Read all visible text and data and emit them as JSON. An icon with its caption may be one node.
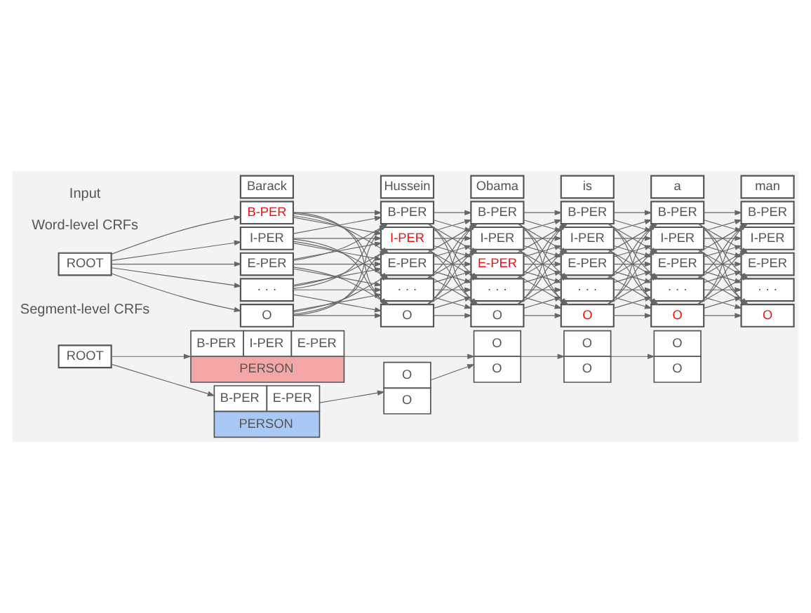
{
  "diagram": {
    "nodes": [
      {
        "text": [
          "Barack"
        ]
      },
      {
        "text": [
          "Hussein"
        ]
      },
      {
        "text": [
          "Obama"
        ]
      },
      {
        "text": [
          "is"
        ]
      },
      {
        "text": [
          "a"
        ]
      },
      {
        "text": [
          "man"
        ]
      },
      {
        "text": [
          "ROOT"
        ]
      },
      {
        "text": [
          "B-PER"
        ]
      },
      {
        "text": [
          "I-PER"
        ]
      },
      {
        "text": [
          "E-PER"
        ]
      },
      {
        "text": [
          "· · ·"
        ]
      },
      {
        "text": [
          "O"
        ]
      },
      {
        "text": [
          "B-PER"
        ]
      },
      {
        "text": [
          "I-PER"
        ]
      },
      {
        "text": [
          "E-PER"
        ]
      },
      {
        "text": [
          "· · ·"
        ]
      },
      {
        "text": [
          "O"
        ]
      },
      {
        "text": [
          "B-PER"
        ]
      },
      {
        "text": [
          "I-PER"
        ]
      },
      {
        "text": [
          "E-PER"
        ]
      },
      {
        "text": [
          "· · ·"
        ]
      },
      {
        "text": [
          "O"
        ]
      },
      {
        "text": [
          "B-PER"
        ]
      },
      {
        "text": [
          "I-PER"
        ]
      },
      {
        "text": [
          "E-PER"
        ]
      },
      {
        "text": [
          "· · ·"
        ]
      },
      {
        "text": [
          "O"
        ]
      },
      {
        "text": [
          "B-PER"
        ]
      },
      {
        "text": [
          "I-PER"
        ]
      },
      {
        "text": [
          "E-PER"
        ]
      },
      {
        "text": [
          "· · ·"
        ]
      },
      {
        "text": [
          "O"
        ]
      },
      {
        "text": [
          "B-PER"
        ]
      },
      {
        "text": [
          "I-PER"
        ]
      },
      {
        "text": [
          "E-PER"
        ]
      },
      {
        "text": [
          "· · ·"
        ]
      },
      {
        "text": [
          "O"
        ]
      },
      {
        "text": [
          "ROOT"
        ]
      },
      {
        "text": [
          "B-PER",
          "I-PER",
          "E-PER",
          "PERSON"
        ]
      },
      {
        "text": [
          "B-PER",
          "E-PER",
          "PERSON"
        ]
      },
      {
        "text": [
          "O",
          "O"
        ]
      },
      {
        "text": [
          "O",
          "O"
        ]
      },
      {
        "text": [
          "O",
          "O"
        ]
      },
      {
        "text": [
          "O",
          "O"
        ]
      }
    ],
    "edges": [
      {
        "from": 6,
        "to": 7,
        "arrow": "to"
      },
      {
        "from": 6,
        "to": 8,
        "arrow": "to"
      },
      {
        "from": 6,
        "to": 9,
        "arrow": "to"
      },
      {
        "from": 6,
        "to": 10,
        "arrow": "to"
      },
      {
        "from": 6,
        "to": 11,
        "arrow": "to"
      },
      {
        "from": 7,
        "to": 12,
        "arrow": "to"
      },
      {
        "from": 7,
        "to": 13,
        "arrow": "to"
      },
      {
        "from": 7,
        "to": 14,
        "arrow": "to"
      },
      {
        "from": 7,
        "to": 15,
        "arrow": "to"
      },
      {
        "from": 7,
        "to": 16,
        "arrow": "to"
      },
      {
        "from": 8,
        "to": 12,
        "arrow": "to"
      },
      {
        "from": 8,
        "to": 13,
        "arrow": "to"
      },
      {
        "from": 8,
        "to": 14,
        "arrow": "to"
      },
      {
        "from": 8,
        "to": 15,
        "arrow": "to"
      },
      {
        "from": 8,
        "to": 16,
        "arrow": "to"
      },
      {
        "from": 9,
        "to": 12,
        "arrow": "to"
      },
      {
        "from": 9,
        "to": 13,
        "arrow": "to"
      },
      {
        "from": 9,
        "to": 14,
        "arrow": "to"
      },
      {
        "from": 9,
        "to": 15,
        "arrow": "to"
      },
      {
        "from": 9,
        "to": 16,
        "arrow": "to"
      },
      {
        "from": 10,
        "to": 12,
        "arrow": "to"
      },
      {
        "from": 10,
        "to": 13,
        "arrow": "to"
      },
      {
        "from": 10,
        "to": 14,
        "arrow": "to"
      },
      {
        "from": 10,
        "to": 15,
        "arrow": "to"
      },
      {
        "from": 10,
        "to": 16,
        "arrow": "to"
      },
      {
        "from": 11,
        "to": 12,
        "arrow": "to"
      },
      {
        "from": 11,
        "to": 13,
        "arrow": "to"
      },
      {
        "from": 11,
        "to": 14,
        "arrow": "to"
      },
      {
        "from": 11,
        "to": 15,
        "arrow": "to"
      },
      {
        "from": 11,
        "to": 16,
        "arrow": "to"
      },
      {
        "from": 12,
        "to": 17,
        "arrow": "to"
      },
      {
        "from": 12,
        "to": 18,
        "arrow": "to"
      },
      {
        "from": 12,
        "to": 19,
        "arrow": "to"
      },
      {
        "from": 12,
        "to": 20,
        "arrow": "to"
      },
      {
        "from": 12,
        "to": 21,
        "arrow": "to"
      },
      {
        "from": 13,
        "to": 17,
        "arrow": "to"
      },
      {
        "from": 13,
        "to": 18,
        "arrow": "to"
      },
      {
        "from": 13,
        "to": 19,
        "arrow": "to"
      },
      {
        "from": 13,
        "to": 20,
        "arrow": "to"
      },
      {
        "from": 13,
        "to": 21,
        "arrow": "to"
      },
      {
        "from": 14,
        "to": 17,
        "arrow": "to"
      },
      {
        "from": 14,
        "to": 18,
        "arrow": "to"
      },
      {
        "from": 14,
        "to": 19,
        "arrow": "to"
      },
      {
        "from": 14,
        "to": 20,
        "arrow": "to"
      },
      {
        "from": 14,
        "to": 21,
        "arrow": "to"
      },
      {
        "from": 15,
        "to": 17,
        "arrow": "to"
      },
      {
        "from": 15,
        "to": 18,
        "arrow": "to"
      },
      {
        "from": 15,
        "to": 19,
        "arrow": "to"
      },
      {
        "from": 15,
        "to": 20,
        "arrow": "to"
      },
      {
        "from": 15,
        "to": 21,
        "arrow": "to"
      },
      {
        "from": 16,
        "to": 17,
        "arrow": "to"
      },
      {
        "from": 16,
        "to": 18,
        "arrow": "to"
      },
      {
        "from": 16,
        "to": 19,
        "arrow": "to"
      },
      {
        "from": 16,
        "to": 20,
        "arrow": "to"
      },
      {
        "from": 16,
        "to": 21,
        "arrow": "to"
      },
      {
        "from": 17,
        "to": 22,
        "arrow": "to"
      },
      {
        "from": 17,
        "to": 23,
        "arrow": "to"
      },
      {
        "from": 17,
        "to": 24,
        "arrow": "to"
      },
      {
        "from": 17,
        "to": 25,
        "arrow": "to"
      },
      {
        "from": 17,
        "to": 26,
        "arrow": "to"
      },
      {
        "from": 18,
        "to": 22,
        "arrow": "to"
      },
      {
        "from": 18,
        "to": 23,
        "arrow": "to"
      },
      {
        "from": 18,
        "to": 24,
        "arrow": "to"
      },
      {
        "from": 18,
        "to": 25,
        "arrow": "to"
      },
      {
        "from": 18,
        "to": 26,
        "arrow": "to"
      },
      {
        "from": 19,
        "to": 22,
        "arrow": "to"
      },
      {
        "from": 19,
        "to": 23,
        "arrow": "to"
      },
      {
        "from": 19,
        "to": 24,
        "arrow": "to"
      },
      {
        "from": 19,
        "to": 25,
        "arrow": "to"
      },
      {
        "from": 19,
        "to": 26,
        "arrow": "to"
      },
      {
        "from": 20,
        "to": 22,
        "arrow": "to"
      },
      {
        "from": 20,
        "to": 23,
        "arrow": "to"
      },
      {
        "from": 20,
        "to": 24,
        "arrow": "to"
      },
      {
        "from": 20,
        "to": 25,
        "arrow": "to"
      },
      {
        "from": 20,
        "to": 26,
        "arrow": "to"
      },
      {
        "from": 21,
        "to": 22,
        "arrow": "to"
      },
      {
        "from": 21,
        "to": 23,
        "arrow": "to"
      },
      {
        "from": 21,
        "to": 24,
        "arrow": "to"
      },
      {
        "from": 21,
        "to": 25,
        "arrow": "to"
      },
      {
        "from": 21,
        "to": 26,
        "arrow": "to"
      },
      {
        "from": 22,
        "to": 27,
        "arrow": "to"
      },
      {
        "from": 22,
        "to": 28,
        "arrow": "to"
      },
      {
        "from": 22,
        "to": 29,
        "arrow": "to"
      },
      {
        "from": 22,
        "to": 30,
        "arrow": "to"
      },
      {
        "from": 22,
        "to": 31,
        "arrow": "to"
      },
      {
        "from": 23,
        "to": 27,
        "arrow": "to"
      },
      {
        "from": 23,
        "to": 28,
        "arrow": "to"
      },
      {
        "from": 23,
        "to": 29,
        "arrow": "to"
      },
      {
        "from": 23,
        "to": 30,
        "arrow": "to"
      },
      {
        "from": 23,
        "to": 31,
        "arrow": "to"
      },
      {
        "from": 24,
        "to": 27,
        "arrow": "to"
      },
      {
        "from": 24,
        "to": 28,
        "arrow": "to"
      },
      {
        "from": 24,
        "to": 29,
        "arrow": "to"
      },
      {
        "from": 24,
        "to": 30,
        "arrow": "to"
      },
      {
        "from": 24,
        "to": 31,
        "arrow": "to"
      },
      {
        "from": 25,
        "to": 27,
        "arrow": "to"
      },
      {
        "from": 25,
        "to": 28,
        "arrow": "to"
      },
      {
        "from": 25,
        "to": 29,
        "arrow": "to"
      },
      {
        "from": 25,
        "to": 30,
        "arrow": "to"
      },
      {
        "from": 25,
        "to": 31,
        "arrow": "to"
      },
      {
        "from": 26,
        "to": 27,
        "arrow": "to"
      },
      {
        "from": 26,
        "to": 28,
        "arrow": "to"
      },
      {
        "from": 26,
        "to": 29,
        "arrow": "to"
      },
      {
        "from": 26,
        "to": 30,
        "arrow": "to"
      },
      {
        "from": 26,
        "to": 31,
        "arrow": "to"
      },
      {
        "from": 27,
        "to": 32,
        "arrow": "to"
      },
      {
        "from": 27,
        "to": 33,
        "arrow": "to"
      },
      {
        "from": 27,
        "to": 34,
        "arrow": "to"
      },
      {
        "from": 27,
        "to": 35,
        "arrow": "to"
      },
      {
        "from": 27,
        "to": 36,
        "arrow": "to"
      },
      {
        "from": 28,
        "to": 32,
        "arrow": "to"
      },
      {
        "from": 28,
        "to": 33,
        "arrow": "to"
      },
      {
        "from": 28,
        "to": 34,
        "arrow": "to"
      },
      {
        "from": 28,
        "to": 35,
        "arrow": "to"
      },
      {
        "from": 28,
        "to": 36,
        "arrow": "to"
      },
      {
        "from": 29,
        "to": 32,
        "arrow": "to"
      },
      {
        "from": 29,
        "to": 33,
        "arrow": "to"
      },
      {
        "from": 29,
        "to": 34,
        "arrow": "to"
      },
      {
        "from": 29,
        "to": 35,
        "arrow": "to"
      },
      {
        "from": 29,
        "to": 36,
        "arrow": "to"
      },
      {
        "from": 30,
        "to": 32,
        "arrow": "to"
      },
      {
        "from": 30,
        "to": 33,
        "arrow": "to"
      },
      {
        "from": 30,
        "to": 34,
        "arrow": "to"
      },
      {
        "from": 30,
        "to": 35,
        "arrow": "to"
      },
      {
        "from": 30,
        "to": 36,
        "arrow": "to"
      },
      {
        "from": 31,
        "to": 32,
        "arrow": "to"
      },
      {
        "from": 31,
        "to": 33,
        "arrow": "to"
      },
      {
        "from": 31,
        "to": 34,
        "arrow": "to"
      },
      {
        "from": 31,
        "to": 35,
        "arrow": "to"
      },
      {
        "from": 31,
        "to": 36,
        "arrow": "to"
      },
      {
        "from": 37,
        "to": 38,
        "arrow": "to"
      },
      {
        "from": 37,
        "to": 39,
        "arrow": "to"
      },
      {
        "from": 38,
        "to": 41,
        "arrow": "to"
      },
      {
        "from": 39,
        "to": 40,
        "arrow": "to"
      },
      {
        "from": 40,
        "to": 41,
        "arrow": "to"
      },
      {
        "from": 41,
        "to": 42,
        "arrow": "to"
      },
      {
        "from": 42,
        "to": 43,
        "arrow": "to"
      }
    ],
    "labels": [
      "Input",
      "Word-level CRFs",
      "Segment-level CRFs"
    ]
  }
}
